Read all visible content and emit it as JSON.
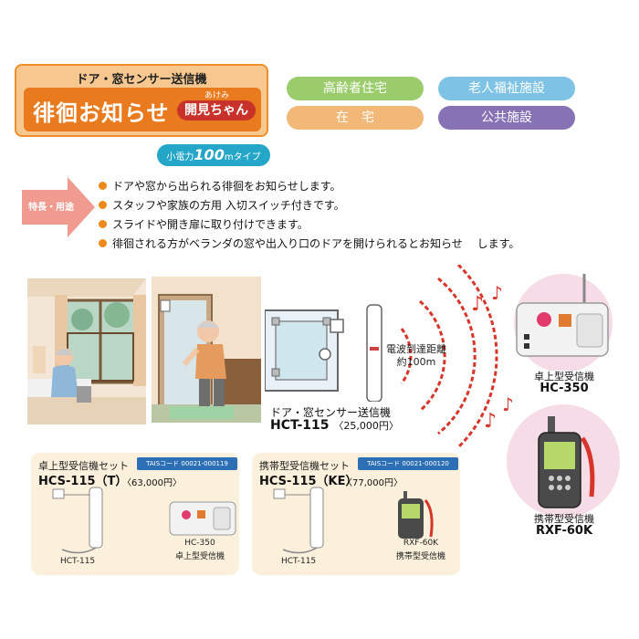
{
  "header": {
    "subtitle": "ドア・窓センサー送信機",
    "title": "徘徊お知らせ",
    "badge": "開見ちゃん",
    "badge_ruby": "あけみ",
    "power_prefix": "小電力",
    "power_value": "100",
    "power_suffix": "mタイプ"
  },
  "categories": [
    "高齢者住宅",
    "老人福祉施設",
    "在　宅",
    "公共施設"
  ],
  "features": {
    "label": "特長・用途",
    "items": [
      "ドアや窓から出られる徘徊をお知らせします。",
      "スタッフや家族の方用 入切スイッチ付きです。",
      "スライドや開き扉に取り付けできます。",
      "徘徊される方がベランダの窓や出入り口のドアを開けられるとお知らせ　 します。"
    ]
  },
  "illustration": {
    "range_line1": "電波到達距離",
    "range_line2": "約100m",
    "sensor_label": "ドア・窓センサー送信機",
    "sensor_model": "HCT-115",
    "sensor_price": "〈25,000円〉",
    "desk_receiver_label": "卓上型受信機",
    "desk_receiver_model": "HC-350",
    "portable_receiver_label": "携帯型受信機",
    "portable_receiver_model": "RXF-60K"
  },
  "sets": [
    {
      "title": "卓上型受信機セット",
      "tais": "TAISコード 00021-000119",
      "model": "HCS-115（T）",
      "price": "〈63,000円〉",
      "transmitter": "HCT-115",
      "device_model": "HC-350",
      "device_label": "卓上型受信機"
    },
    {
      "title": "携帯型受信機セット",
      "tais": "TAISコード 00021-000120",
      "model": "HCS-115（KE）",
      "price": "〈77,000円〉",
      "transmitter": "HCT-115",
      "device_model": "RXF-60K",
      "device_label": "携帯型受信機"
    }
  ],
  "colors": {
    "orange": "#ea7a1e",
    "red_badge": "#c9322a",
    "teal": "#24a6c8",
    "wave_red": "#d8352a"
  }
}
